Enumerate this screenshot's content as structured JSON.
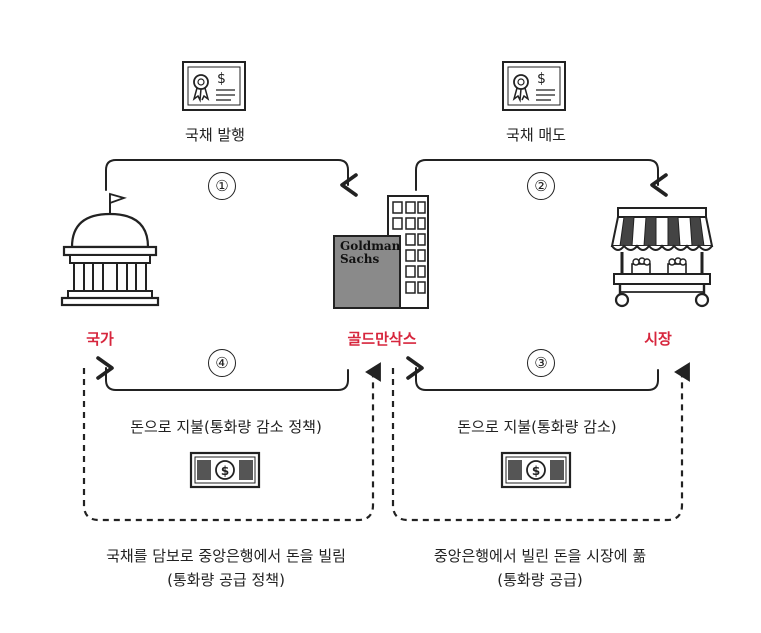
{
  "entities": {
    "country": {
      "label": "국가",
      "color": "#d7263d"
    },
    "goldman": {
      "label": "골드만삭스",
      "logo_line1": "Goldman",
      "logo_line2": "Sachs",
      "color": "#d7263d"
    },
    "market": {
      "label": "시장",
      "color": "#d7263d"
    }
  },
  "steps": [
    {
      "number": "①",
      "caption": "국채 발행"
    },
    {
      "number": "②",
      "caption": "국채 매도"
    },
    {
      "number": "③",
      "caption": "돈으로 지불(통화량 감소)"
    },
    {
      "number": "④",
      "caption": "돈으로 지불(통화량 감소 정책)"
    }
  ],
  "loans": {
    "left_line1": "국채를 담보로 중앙은행에서 돈을 빌림",
    "left_line2": "(통화량 공급 정책)",
    "right_line1": "중앙은행에서 빌린 돈을 시장에 풂",
    "right_line2": "(통화량 공급)"
  },
  "icons": {
    "bond_1": "bond-certificate-icon",
    "bond_2": "bond-certificate-icon",
    "cash_1": "dollar-bill-icon",
    "cash_2": "dollar-bill-icon",
    "government": "government-building-icon",
    "goldman": "office-building-icon",
    "market": "market-stall-icon"
  },
  "colors": {
    "ink": "#222222",
    "accent": "#d7263d",
    "building_gray": "#8a8a8a"
  }
}
